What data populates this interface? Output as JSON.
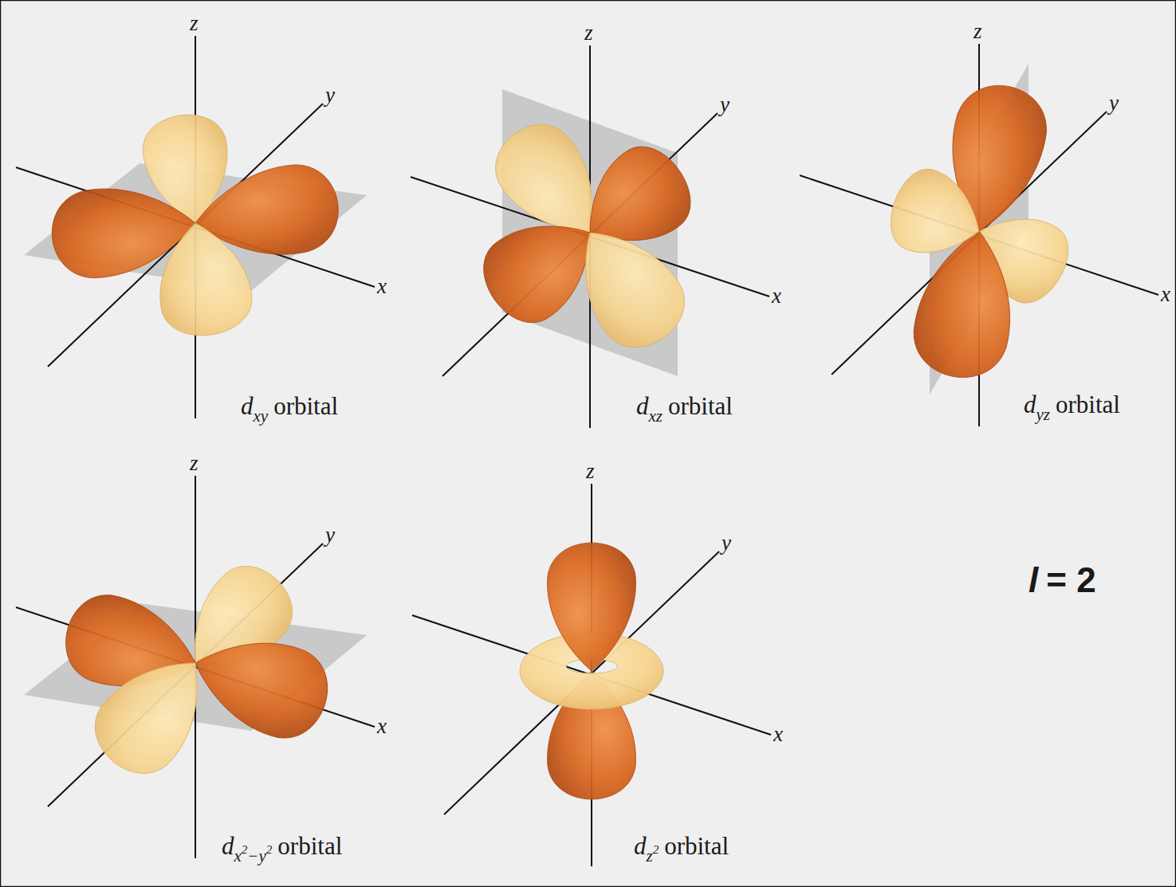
{
  "diagram": {
    "labels": [
      "z",
      "y",
      "x",
      "d",
      "xy",
      "orbital",
      "z",
      "y",
      "x",
      "d",
      "xz",
      "orbital",
      "z",
      "y",
      "x",
      "d",
      "yz",
      "orbital",
      "z",
      "y",
      "x",
      "d",
      "x",
      "2",
      "−y",
      "2",
      "orbital",
      "z",
      "y",
      "x",
      "d",
      "z",
      "2",
      "orbital",
      "l",
      "= 2"
    ]
  }
}
